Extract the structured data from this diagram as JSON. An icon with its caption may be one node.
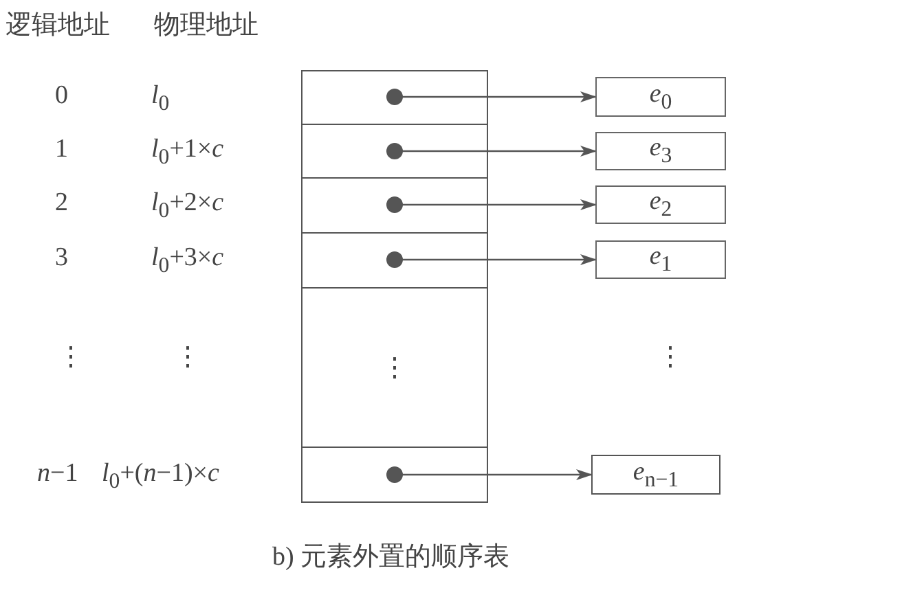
{
  "diagram": {
    "caption": "b) 元素外置的顺序表",
    "nodes": [
      {
        "text": [],
        "shape": "box"
      },
      {
        "text": [
          "*e*$_{0}$"
        ]
      },
      {
        "text": [],
        "shape": "box"
      },
      {
        "text": [
          "*e*$_{3}$"
        ]
      },
      {
        "text": [],
        "shape": "box"
      },
      {
        "text": [
          "*e*$_{2}$"
        ]
      },
      {
        "text": [],
        "shape": "box"
      },
      {
        "text": [
          "*e*$_{1}$"
        ]
      },
      {
        "text": [
          "⋮"
        ]
      },
      {
        "text": [],
        "shape": "box"
      },
      {
        "text": [
          "*e*$_{n−1}$"
        ]
      }
    ],
    "edges": [
      {
        "from": 0,
        "to": 1,
        "arrow": "to"
      },
      {
        "from": 2,
        "to": 3,
        "arrow": "to"
      },
      {
        "from": 4,
        "to": 5,
        "arrow": "to"
      },
      {
        "from": 6,
        "to": 7,
        "arrow": "to"
      },
      {
        "from": 9,
        "to": 10,
        "arrow": "to"
      }
    ],
    "labels": [
      "逻辑地址",
      "物理地址",
      "0",
      "*l*$_{0}$",
      "1",
      "*l*$_{0}$+1×*c*",
      "2",
      "*l*$_{0}$+2×*c*",
      "3",
      "*l*$_{0}$+3×*c*",
      "⋮",
      "⋮",
      "⋮",
      "*n*−1",
      "*l*$_{0}$+(*n*−1)×*c*"
    ]
  }
}
